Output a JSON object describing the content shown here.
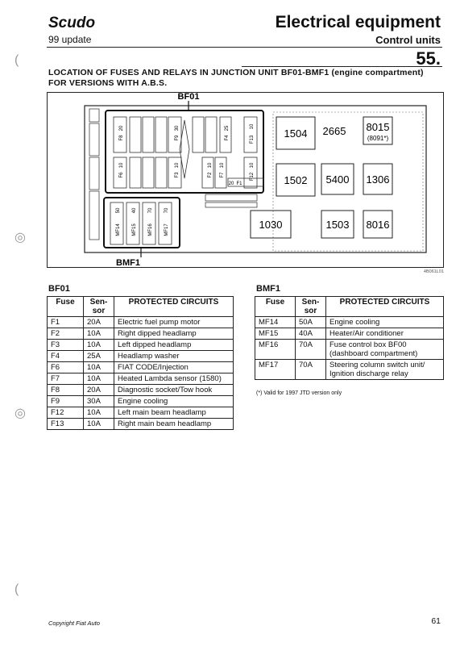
{
  "header": {
    "brand": "Scudo",
    "update": "99 update",
    "title": "Electrical equipment",
    "subtitle": "Control units",
    "page_ref": "55."
  },
  "caption": {
    "line1": "LOCATION OF FUSES AND RELAYS IN JUNCTION UNIT BF01-BMF1 (engine compartment)",
    "line2": "FOR VERSIONS WITH A.B.S."
  },
  "diagram": {
    "label_top": "BF01",
    "label_bottom": "BMF1",
    "figure_ref": "4B061L01",
    "relays": [
      {
        "id": "r1504",
        "number": "1504",
        "note": ""
      },
      {
        "id": "r2665",
        "number": "2665",
        "note": ""
      },
      {
        "id": "r8015",
        "number": "8015",
        "note": "(8091*)"
      },
      {
        "id": "r1502",
        "number": "1502",
        "note": ""
      },
      {
        "id": "r5400",
        "number": "5400",
        "note": ""
      },
      {
        "id": "r1306",
        "number": "1306",
        "note": ""
      },
      {
        "id": "r1030",
        "number": "1030",
        "note": ""
      },
      {
        "id": "r1503",
        "number": "1503",
        "note": ""
      },
      {
        "id": "r8016",
        "number": "8016",
        "note": ""
      }
    ],
    "upper_fuses": [
      {
        "code": "F8",
        "amp": "20"
      },
      {
        "code": "F9",
        "amp": "30"
      },
      {
        "code": "F4",
        "amp": "25"
      },
      {
        "code": "F13",
        "amp": "10"
      }
    ],
    "lower_fuses": [
      {
        "code": "F6",
        "amp": "10"
      },
      {
        "code": "F3",
        "amp": "10"
      },
      {
        "code": "F2",
        "amp": "10"
      },
      {
        "code": "F12",
        "amp": "10"
      },
      {
        "code": "F7",
        "amp": "10"
      },
      {
        "code": "F1",
        "amp": "20"
      }
    ],
    "maxi_fuses": [
      {
        "code": "MF14",
        "amp": "50"
      },
      {
        "code": "MF15",
        "amp": "40"
      },
      {
        "code": "MF16",
        "amp": "70"
      },
      {
        "code": "MF17",
        "amp": "70"
      }
    ]
  },
  "bf01_table": {
    "title": "BF01",
    "headers": {
      "fuse": "Fuse",
      "sensor": "Sen-\nsor",
      "circuits": "PROTECTED CIRCUITS"
    },
    "rows": [
      {
        "fuse": "F1",
        "sensor": "20A",
        "circuit": "Electric fuel pump motor"
      },
      {
        "fuse": "F2",
        "sensor": "10A",
        "circuit": "Right dipped headlamp"
      },
      {
        "fuse": "F3",
        "sensor": "10A",
        "circuit": "Left dipped headlamp"
      },
      {
        "fuse": "F4",
        "sensor": "25A",
        "circuit": "Headlamp washer"
      },
      {
        "fuse": "F6",
        "sensor": "10A",
        "circuit": "FIAT CODE/Injection"
      },
      {
        "fuse": "F7",
        "sensor": "10A",
        "circuit": "Heated Lambda sensor (1580)"
      },
      {
        "fuse": "F8",
        "sensor": "20A",
        "circuit": "Diagnostic socket/Tow hook"
      },
      {
        "fuse": "F9",
        "sensor": "30A",
        "circuit": "Engine cooling"
      },
      {
        "fuse": "F12",
        "sensor": "10A",
        "circuit": "Left main beam headlamp"
      },
      {
        "fuse": "F13",
        "sensor": "10A",
        "circuit": "Right main beam headlamp"
      }
    ]
  },
  "bmf1_table": {
    "title": "BMF1",
    "headers": {
      "fuse": "Fuse",
      "sensor": "Sen-\nsor",
      "circuits": "PROTECTED CIRCUITS"
    },
    "rows": [
      {
        "fuse": "MF14",
        "sensor": "50A",
        "circuit": "Engine cooling"
      },
      {
        "fuse": "MF15",
        "sensor": "40A",
        "circuit": "Heater/Air conditioner"
      },
      {
        "fuse": "MF16",
        "sensor": "70A",
        "circuit": "Fuse control box BF00 (dashboard compartment)"
      },
      {
        "fuse": "MF17",
        "sensor": "70A",
        "circuit": "Steering column switch unit/ Ignition discharge relay"
      }
    ]
  },
  "note": "(*) Valid for 1997 JTD version only",
  "footer": {
    "copyright": "Copyright Fiat Auto",
    "page_number": "61"
  }
}
